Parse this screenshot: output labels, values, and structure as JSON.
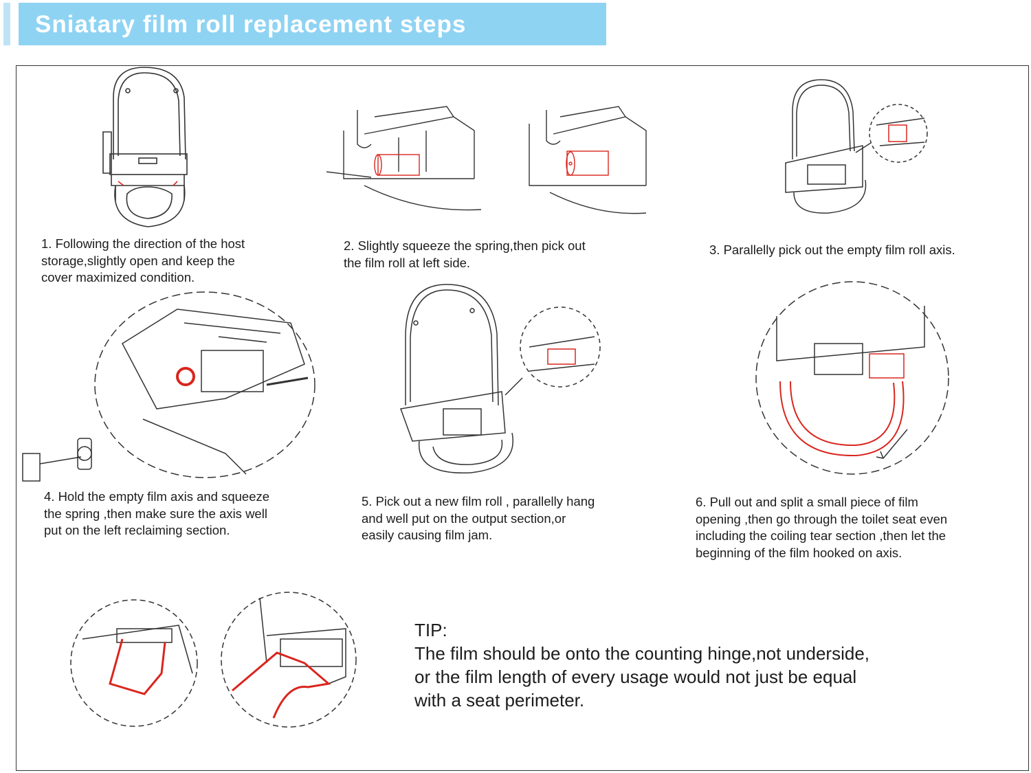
{
  "header": {
    "title": "Sniatary film roll replacement steps",
    "bar_color": "#8fd3f3",
    "accent_color": "#bfe3f6",
    "title_color": "#ffffff"
  },
  "steps": [
    {
      "lines": [
        "1. Following the direction of the host",
        "storage,slightly open and keep the",
        "cover maximized condition."
      ]
    },
    {
      "lines": [
        "2. Slightly squeeze the spring,then pick out",
        "the film roll at left side."
      ]
    },
    {
      "lines": [
        "3. Parallelly pick out the empty film roll axis."
      ]
    },
    {
      "lines": [
        "4. Hold the empty film axis and squeeze",
        "the spring ,then make sure the axis well",
        "put on the left reclaiming section."
      ]
    },
    {
      "lines": [
        "5. Pick out a new film roll , parallelly hang",
        "and well put on the output section,or",
        "easily causing film jam."
      ]
    },
    {
      "lines": [
        "6. Pull out and split a small piece of film",
        "opening ,then go through the toilet seat even",
        "including the coiling tear section ,then let the",
        "beginning of the film hooked on axis."
      ]
    }
  ],
  "tip": {
    "heading": "TIP:",
    "lines": [
      "The film should be onto the counting hinge,not underside,",
      "or the film length of every usage would not just be equal",
      "with a seat perimeter."
    ]
  },
  "colors": {
    "line_art": "#333333",
    "film_highlight": "#d9251d",
    "frame": "#333333"
  }
}
